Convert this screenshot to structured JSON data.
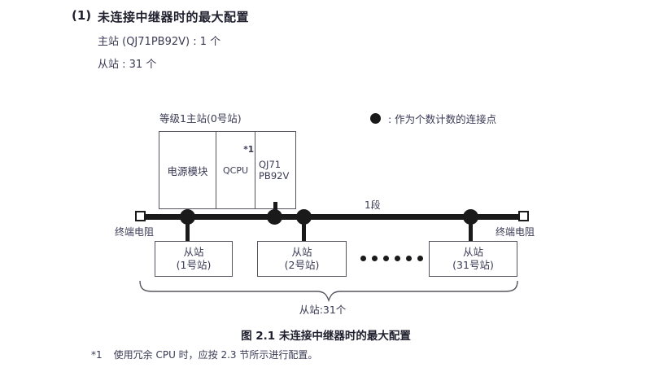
{
  "section": {
    "number": "(1)",
    "title": "未连接中继器时的最大配置",
    "line1": "主站 (QJ71PB92V) : 1 个",
    "line2": "从站 : 31 个"
  },
  "legend": {
    "symbol": "filled-circle",
    "text": ": 作为个数计数的连接点"
  },
  "diagram": {
    "master_label": "等级1主站(0号站)",
    "master_module": {
      "power_supply": "电源模块",
      "cpu": "QCPU",
      "cpu_note": "*1",
      "network_line1": "QJ71",
      "network_line2": "PB92V"
    },
    "segment_label": "1段",
    "terminator_left": "终端电阻",
    "terminator_right": "终端电阻",
    "slaves": [
      {
        "name": "从站",
        "station": "(1号站)"
      },
      {
        "name": "从站",
        "station": "(2号站)"
      },
      {
        "name": "从站",
        "station": "(31号站)"
      }
    ],
    "ellipsis_count": 6,
    "brace_label": "从站:31个"
  },
  "caption": "图 2.1  未连接中继器时的最大配置",
  "footnote": {
    "mark": "*1",
    "text": "使用冗余 CPU 时，应按 2.3 节所示进行配置。"
  },
  "colors": {
    "ink": "#1a1a1a",
    "text": "#3a3a55",
    "box_border": "#55555f",
    "background": "#ffffff"
  }
}
